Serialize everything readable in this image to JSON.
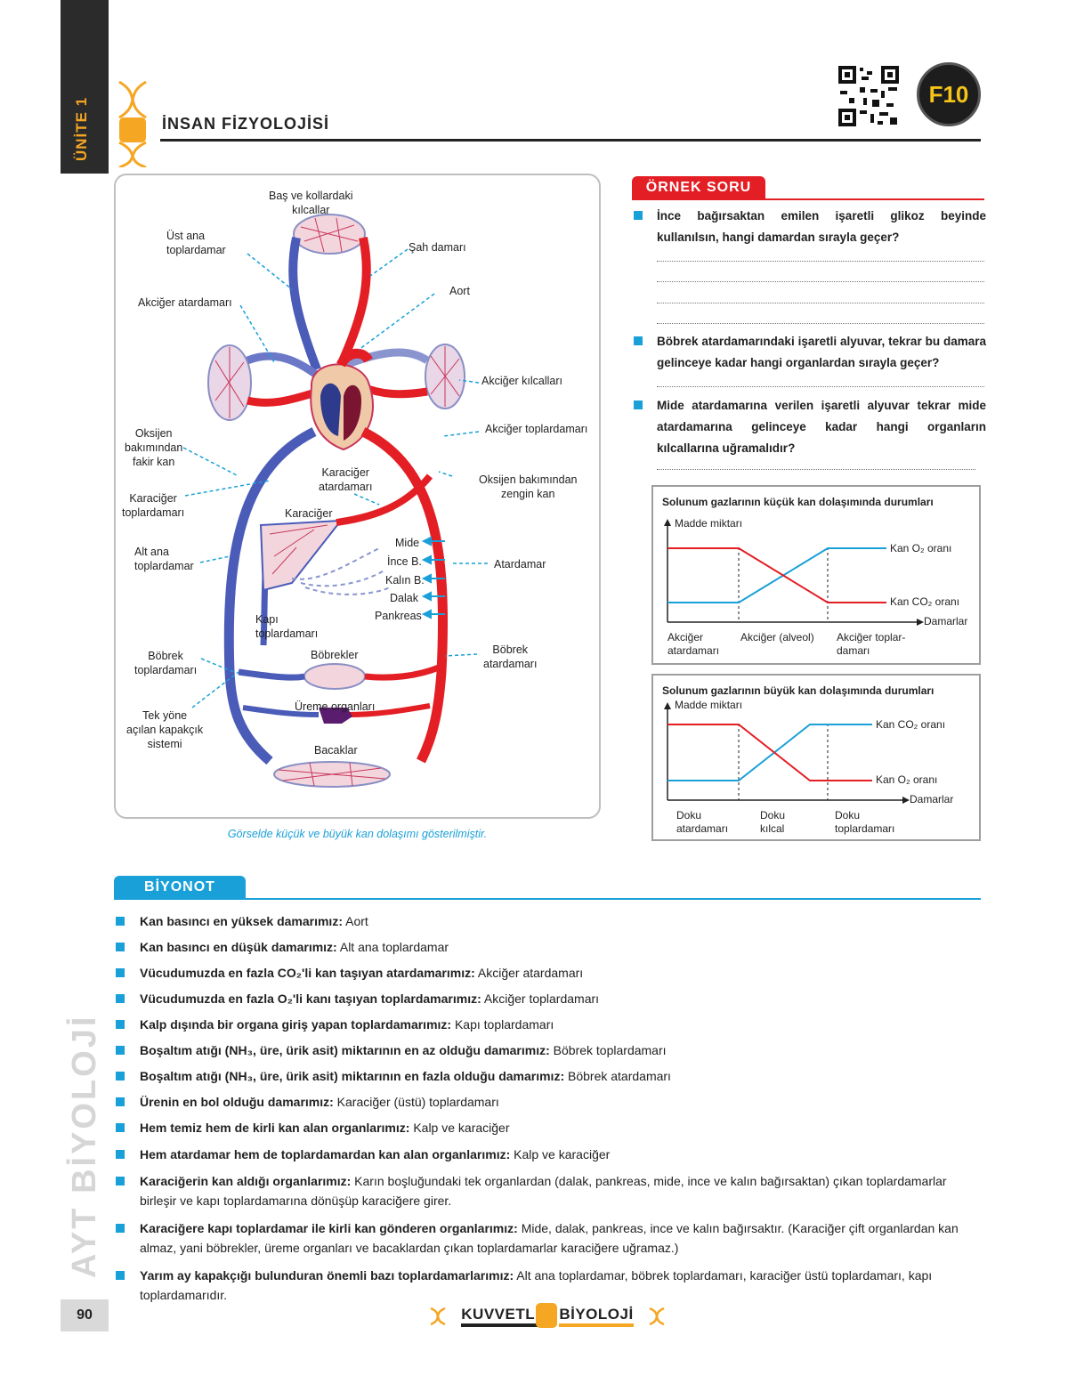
{
  "unit_label": "ÜNİTE 1",
  "header_title": "İNSAN FİZYOLOJİSİ",
  "badge": "F10",
  "diagram": {
    "labels": {
      "bas_kollar": "Baş ve kollardaki\nkılcallar",
      "ust_ana": "Üst ana\ntoplardamar",
      "sah": "Şah damarı",
      "aort": "Aort",
      "akciger_atar": "Akciğer atardamarı",
      "akciger_kilcal": "Akciğer kılcalları",
      "akciger_toplar": "Akciğer toplardamarı",
      "oksijen_fakir": "Oksijen\nbakımından\nfakir kan",
      "karaciger_atar": "Karaciğer\natardamarı",
      "oksijen_zengin": "Oksijen bakımından\nzengin kan",
      "karaciger_toplar": "Karaciğer\ntoplardamarı",
      "karaciger": "Karaciğer",
      "alt_ana": "Alt ana\ntoplardamar",
      "mide": "Mide",
      "ince": "İnce B.",
      "kalin": "Kalın B.",
      "dalak": "Dalak",
      "pankreas": "Pankreas",
      "atardamar": "Atardamar",
      "kapi": "Kapı\ntoplardamarı",
      "bobrek_toplar": "Böbrek\ntoplardamarı",
      "bobrekler": "Böbrekler",
      "bobrek_atar": "Böbrek\natardamarı",
      "tek_yone": "Tek yöne\naçılan kapakçık\nsistemi",
      "ureme": "Üreme organları",
      "bacaklar": "Bacaklar"
    },
    "caption": "Görselde küçük ve büyük kan dolaşımı gösterilmiştir."
  },
  "ornek_soru": {
    "title": "ÖRNEK SORU",
    "questions": [
      "İnce bağırsaktan emilen işaretli glikoz beyinde kullanılsın, hangi damardan sırayla geçer?",
      "Böbrek atardamarındaki işaretli alyuvar, tekrar bu damara gelinceye kadar hangi organlardan sırayla geçer?",
      "Mide atardamarına verilen işaretli alyuvar tekrar mide atardamarına gelinceye kadar hangi organların kılcallarına uğramalıdır?"
    ]
  },
  "chart_data": [
    {
      "type": "line",
      "title": "Solunum gazlarının küçük kan dolaşımında durumları",
      "ylabel": "Madde miktarı",
      "xlabel": "Damarlar",
      "categories": [
        "Akciğer atardamarı",
        "Akciğer (alveol)",
        "Akciğer toplar-damarı"
      ],
      "series": [
        {
          "name": "Kan O₂ oranı",
          "values": [
            "low",
            "rising",
            "high"
          ],
          "color": "#1aa0d8"
        },
        {
          "name": "Kan CO₂ oranı",
          "values": [
            "high",
            "falling",
            "low"
          ],
          "color": "#e31e24"
        }
      ]
    },
    {
      "type": "line",
      "title": "Solunum gazlarının büyük kan dolaşımında durumları",
      "ylabel": "Madde miktarı",
      "xlabel": "Damarlar",
      "categories": [
        "Doku atardamarı",
        "Doku kılcal",
        "Doku toplardamarı"
      ],
      "series": [
        {
          "name": "Kan CO₂ oranı",
          "values": [
            "low",
            "rising",
            "high"
          ],
          "color": "#1aa0d8"
        },
        {
          "name": "Kan O₂ oranı",
          "values": [
            "high",
            "falling",
            "low"
          ],
          "color": "#e31e24"
        }
      ]
    }
  ],
  "graph1": {
    "title": "Solunum gazlarının küçük kan dolaşımında durumları",
    "ylabel": "Madde miktarı",
    "xlabel": "Damarlar",
    "s1": "Kan O₂ oranı",
    "s2": "Kan CO₂ oranı",
    "c1": "Akciğer\natardamarı",
    "c2": "Akciğer (alveol)",
    "c3": "Akciğer toplar-\ndamarı"
  },
  "graph2": {
    "title": "Solunum gazlarının büyük kan dolaşımında durumları",
    "ylabel": "Madde miktarı",
    "xlabel": "Damarlar",
    "s1": "Kan CO₂ oranı",
    "s2": "Kan O₂ oranı",
    "c1": "Doku\natardamarı",
    "c2": "Doku\nkılcal",
    "c3": "Doku\ntoplardamarı"
  },
  "biyonot": {
    "title": "BİYONOT",
    "notes": [
      {
        "key": "Kan basıncı en yüksek damarımız:",
        "val": " Aort"
      },
      {
        "key": "Kan basıncı en düşük damarımız:",
        "val": " Alt ana toplardamar"
      },
      {
        "key": "Vücudumuzda en fazla CO₂'li kan taşıyan atardamarımız:",
        "val": " Akciğer atardamarı"
      },
      {
        "key": "Vücudumuzda en fazla O₂'li kanı taşıyan toplardamarımız:",
        "val": " Akciğer toplardamarı"
      },
      {
        "key": "Kalp dışında bir organa giriş yapan toplardamarımız:",
        "val": " Kapı toplardamarı"
      },
      {
        "key": "Boşaltım atığı (NH₃, üre, ürik asit) miktarının en az olduğu damarımız:",
        "val": " Böbrek toplardamarı"
      },
      {
        "key": "Boşaltım atığı (NH₃, üre, ürik asit) miktarının en fazla olduğu damarımız:",
        "val": " Böbrek atardamarı"
      },
      {
        "key": "Ürenin en bol olduğu damarımız:",
        "val": " Karaciğer (üstü) toplardamarı"
      },
      {
        "key": "Hem temiz hem de kirli kan alan organlarımız:",
        "val": " Kalp ve karaciğer"
      },
      {
        "key": "Hem atardamar hem de toplardamardan kan alan organlarımız:",
        "val": " Kalp ve karaciğer"
      },
      {
        "key": "Karaciğerin kan aldığı organlarımız:",
        "val": " Karın boşluğundaki tek organlardan (dalak, pankreas, mide, ince ve kalın bağırsaktan) çıkan toplardamarlar birleşir ve kapı toplardamarına dönüşüp karaciğere girer."
      },
      {
        "key": "Karaciğere kapı toplardamar ile kirli kan gönderen organlarımız:",
        "val": " Mide, dalak, pankreas, ince ve kalın bağırsaktır. (Karaciğer çift organlardan kan almaz, yani böbrekler, üreme organları ve bacaklardan çıkan toplardamarlar karaciğere uğramaz.)"
      },
      {
        "key": "Yarım ay kapakçığı bulunduran önemli bazı toplardamarlarımız:",
        "val": " Alt ana toplardamar, böbrek toplardamarı, karaciğer üstü toplardamarı, kapı toplardamarıdır."
      }
    ]
  },
  "side_label": "AYT BİYOLOJİ",
  "page_number": "90",
  "footer": {
    "word1": "KUVVETLİ",
    "word2": "BİYOLOJİ"
  }
}
